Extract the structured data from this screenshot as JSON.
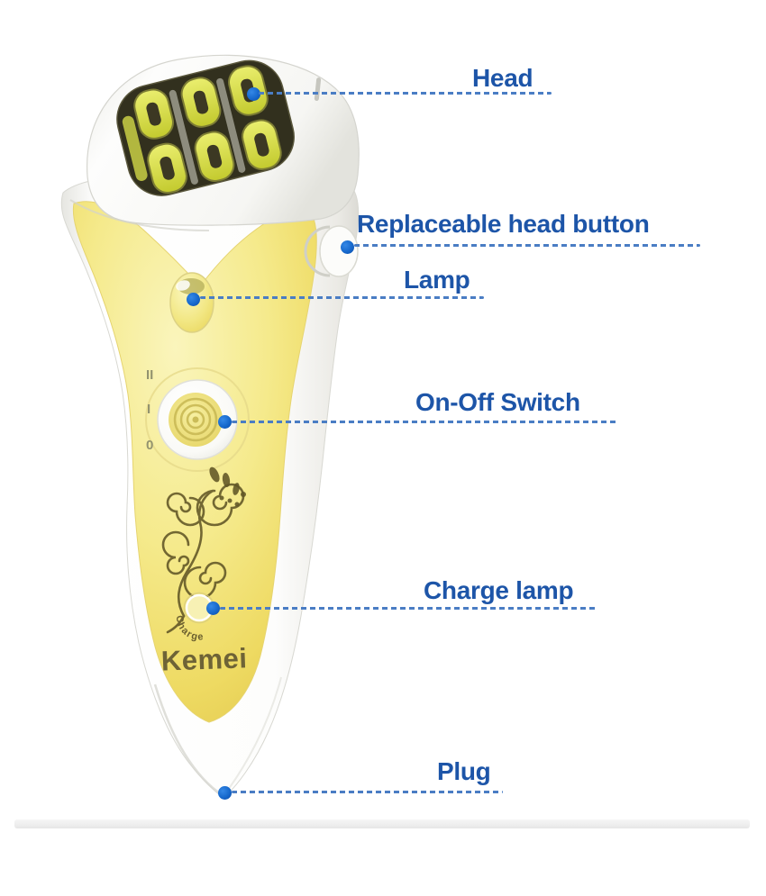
{
  "device": {
    "brand": "Kemei",
    "charge_indicator_text": "Charge",
    "switch_level_marks": [
      "II",
      "I",
      "0"
    ]
  },
  "callouts": {
    "head": {
      "label": "Head"
    },
    "replaceable_head_button": {
      "label": "Replaceable head button"
    },
    "lamp": {
      "label": "Lamp"
    },
    "on_off_switch": {
      "label": "On-Off Switch"
    },
    "charge_lamp": {
      "label": "Charge lamp"
    },
    "plug": {
      "label": "Plug"
    }
  },
  "colors": {
    "label_text": "#1d55a8",
    "leader_line": "#4a7dc4",
    "callout_dot": "#1668cc",
    "body_yellow": "#f0df6a",
    "roller_yellow": "#d6dc45",
    "background": "#ffffff"
  }
}
